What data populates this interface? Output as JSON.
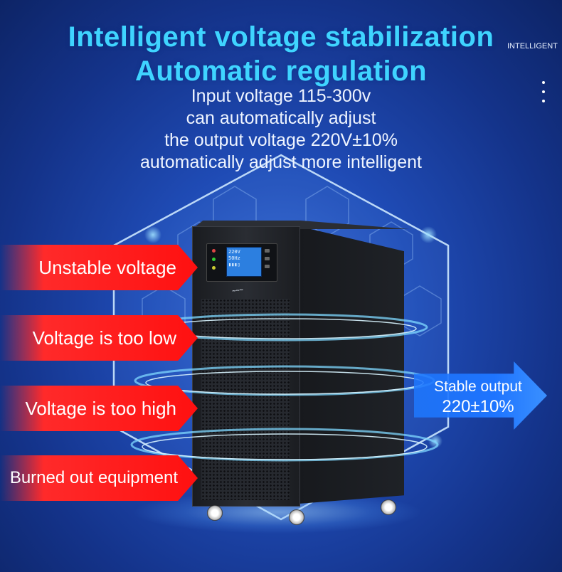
{
  "header": {
    "title_line1": "Intelligent voltage stabilization",
    "title_line2": "Automatic regulation",
    "tag": "INTELLIGENT"
  },
  "description": {
    "line1": "Input voltage 115-300v",
    "line2": "can automatically adjust",
    "line3": "the output voltage 220V±10%",
    "line4": "automatically adjust more intelligent"
  },
  "problems": [
    {
      "label": "Unstable voltage"
    },
    {
      "label": "Voltage is too low"
    },
    {
      "label": "Voltage is too high"
    },
    {
      "label": "Burned out equipment"
    }
  ],
  "output": {
    "line1": "Stable output",
    "line2": "220±10%"
  },
  "colors": {
    "title": "#3fd4ff",
    "problem_arrow": "#ff1010",
    "output_arrow": "#1e74ff",
    "background": "#1f4bb5"
  },
  "icons": {
    "menu": "more-vertical-icon"
  }
}
